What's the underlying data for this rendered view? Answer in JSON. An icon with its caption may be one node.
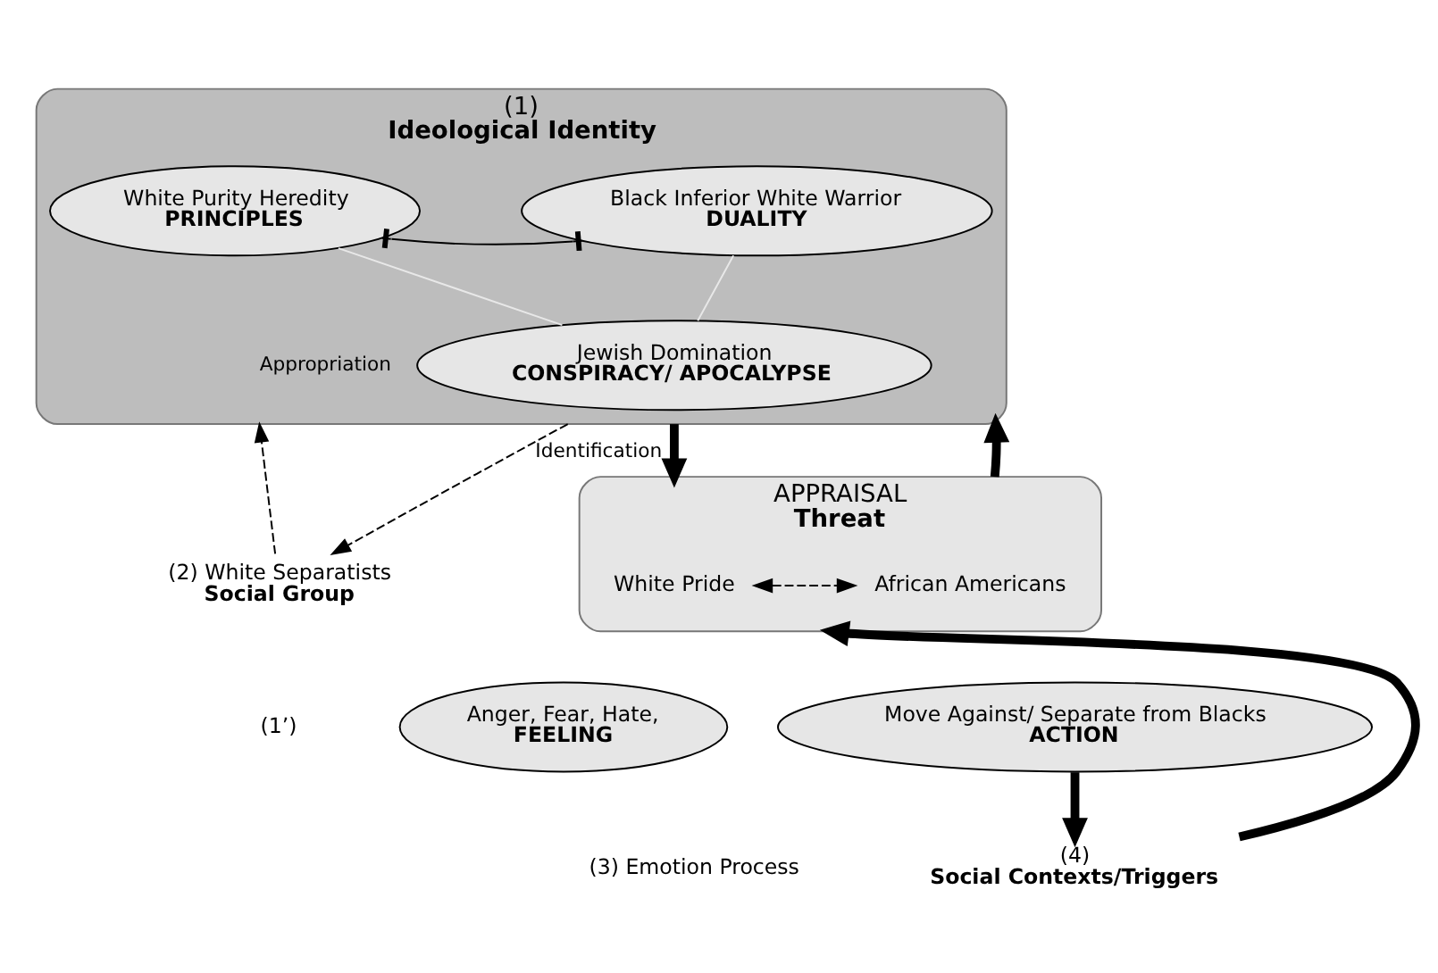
{
  "diagram": {
    "nodes": [
      {
        "text": [
          "(1)",
          "Ideological Identity"
        ]
      },
      {
        "text": [
          "White Purity Heredity",
          "PRINCIPLES"
        ],
        "in": 0
      },
      {
        "text": [
          "Black Inferior White Warrior",
          "DUALITY"
        ],
        "in": 0
      },
      {
        "text": [
          "Jewish Domination",
          "CONSPIRACY/ APOCALYPSE"
        ],
        "in": 0
      },
      {
        "text": [
          "(2) White Separatists",
          "Social Group"
        ]
      },
      {
        "text": [
          "APPRAISAL",
          "Threat"
        ]
      },
      {
        "text": [
          "White Pride"
        ],
        "in": 5
      },
      {
        "text": [
          "African Americans"
        ],
        "in": 5
      },
      {
        "text": [
          "Anger, Fear, Hate,",
          "FEELING"
        ]
      },
      {
        "text": [
          "Move Against/ Separate from Blacks",
          "ACTION"
        ]
      },
      {
        "text": [
          "(4)",
          "Social Contexts/Triggers"
        ]
      }
    ],
    "edges": [
      {
        "from": 1,
        "to": 2,
        "arrow": "other"
      },
      {
        "from": 1,
        "to": 3,
        "arrow": "none",
        "color": "#e8e8e8"
      },
      {
        "from": 2,
        "to": 3,
        "arrow": "none",
        "color": "#e8e8e8"
      },
      {
        "from": 0,
        "to": 4,
        "arrow": "to",
        "label": "Identification",
        "style": "dashed"
      },
      {
        "from": 4,
        "to": 0,
        "arrow": "to",
        "label": "Appropriation",
        "style": "dashed"
      },
      {
        "from": 6,
        "to": 7,
        "arrow": "both",
        "style": "dashed"
      },
      {
        "from": 0,
        "to": 5,
        "arrow": "to",
        "style": "thick"
      },
      {
        "from": 5,
        "to": 0,
        "arrow": "to",
        "style": "thick"
      },
      {
        "from": 9,
        "to": 10,
        "arrow": "to",
        "style": "thick"
      },
      {
        "from": 10,
        "to": 5,
        "arrow": "to",
        "style": "thick"
      }
    ],
    "labels": [
      "(1’)",
      "(3) Emotion Process"
    ]
  }
}
